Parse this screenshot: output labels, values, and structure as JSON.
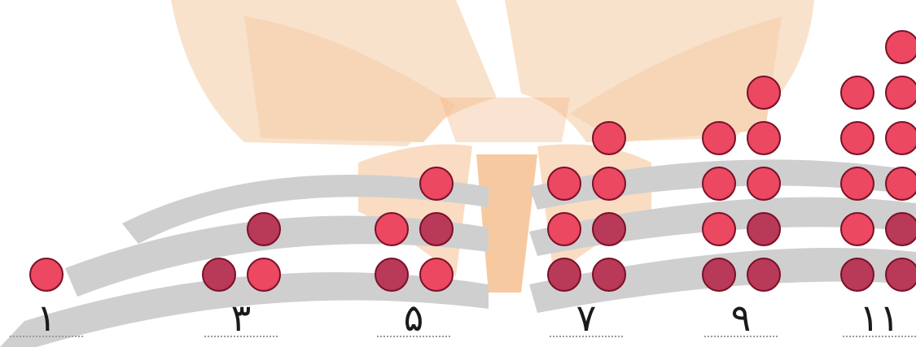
{
  "colors": {
    "dot_light": "#ec4861",
    "dot_dark": "#b83a58",
    "dot_border": "#7a1028",
    "watermark_peach": "#f9e0c9",
    "watermark_orange": "#f7cfa6",
    "watermark_grey": "#cfcfcf"
  },
  "groups": [
    {
      "label": "۱",
      "count": 1
    },
    {
      "label": "۳",
      "count": 3
    },
    {
      "label": "۵",
      "count": 5
    },
    {
      "label": "۷",
      "count": 7
    },
    {
      "label": "۹",
      "count": 9
    },
    {
      "label": "۱۱",
      "count": 11
    }
  ]
}
